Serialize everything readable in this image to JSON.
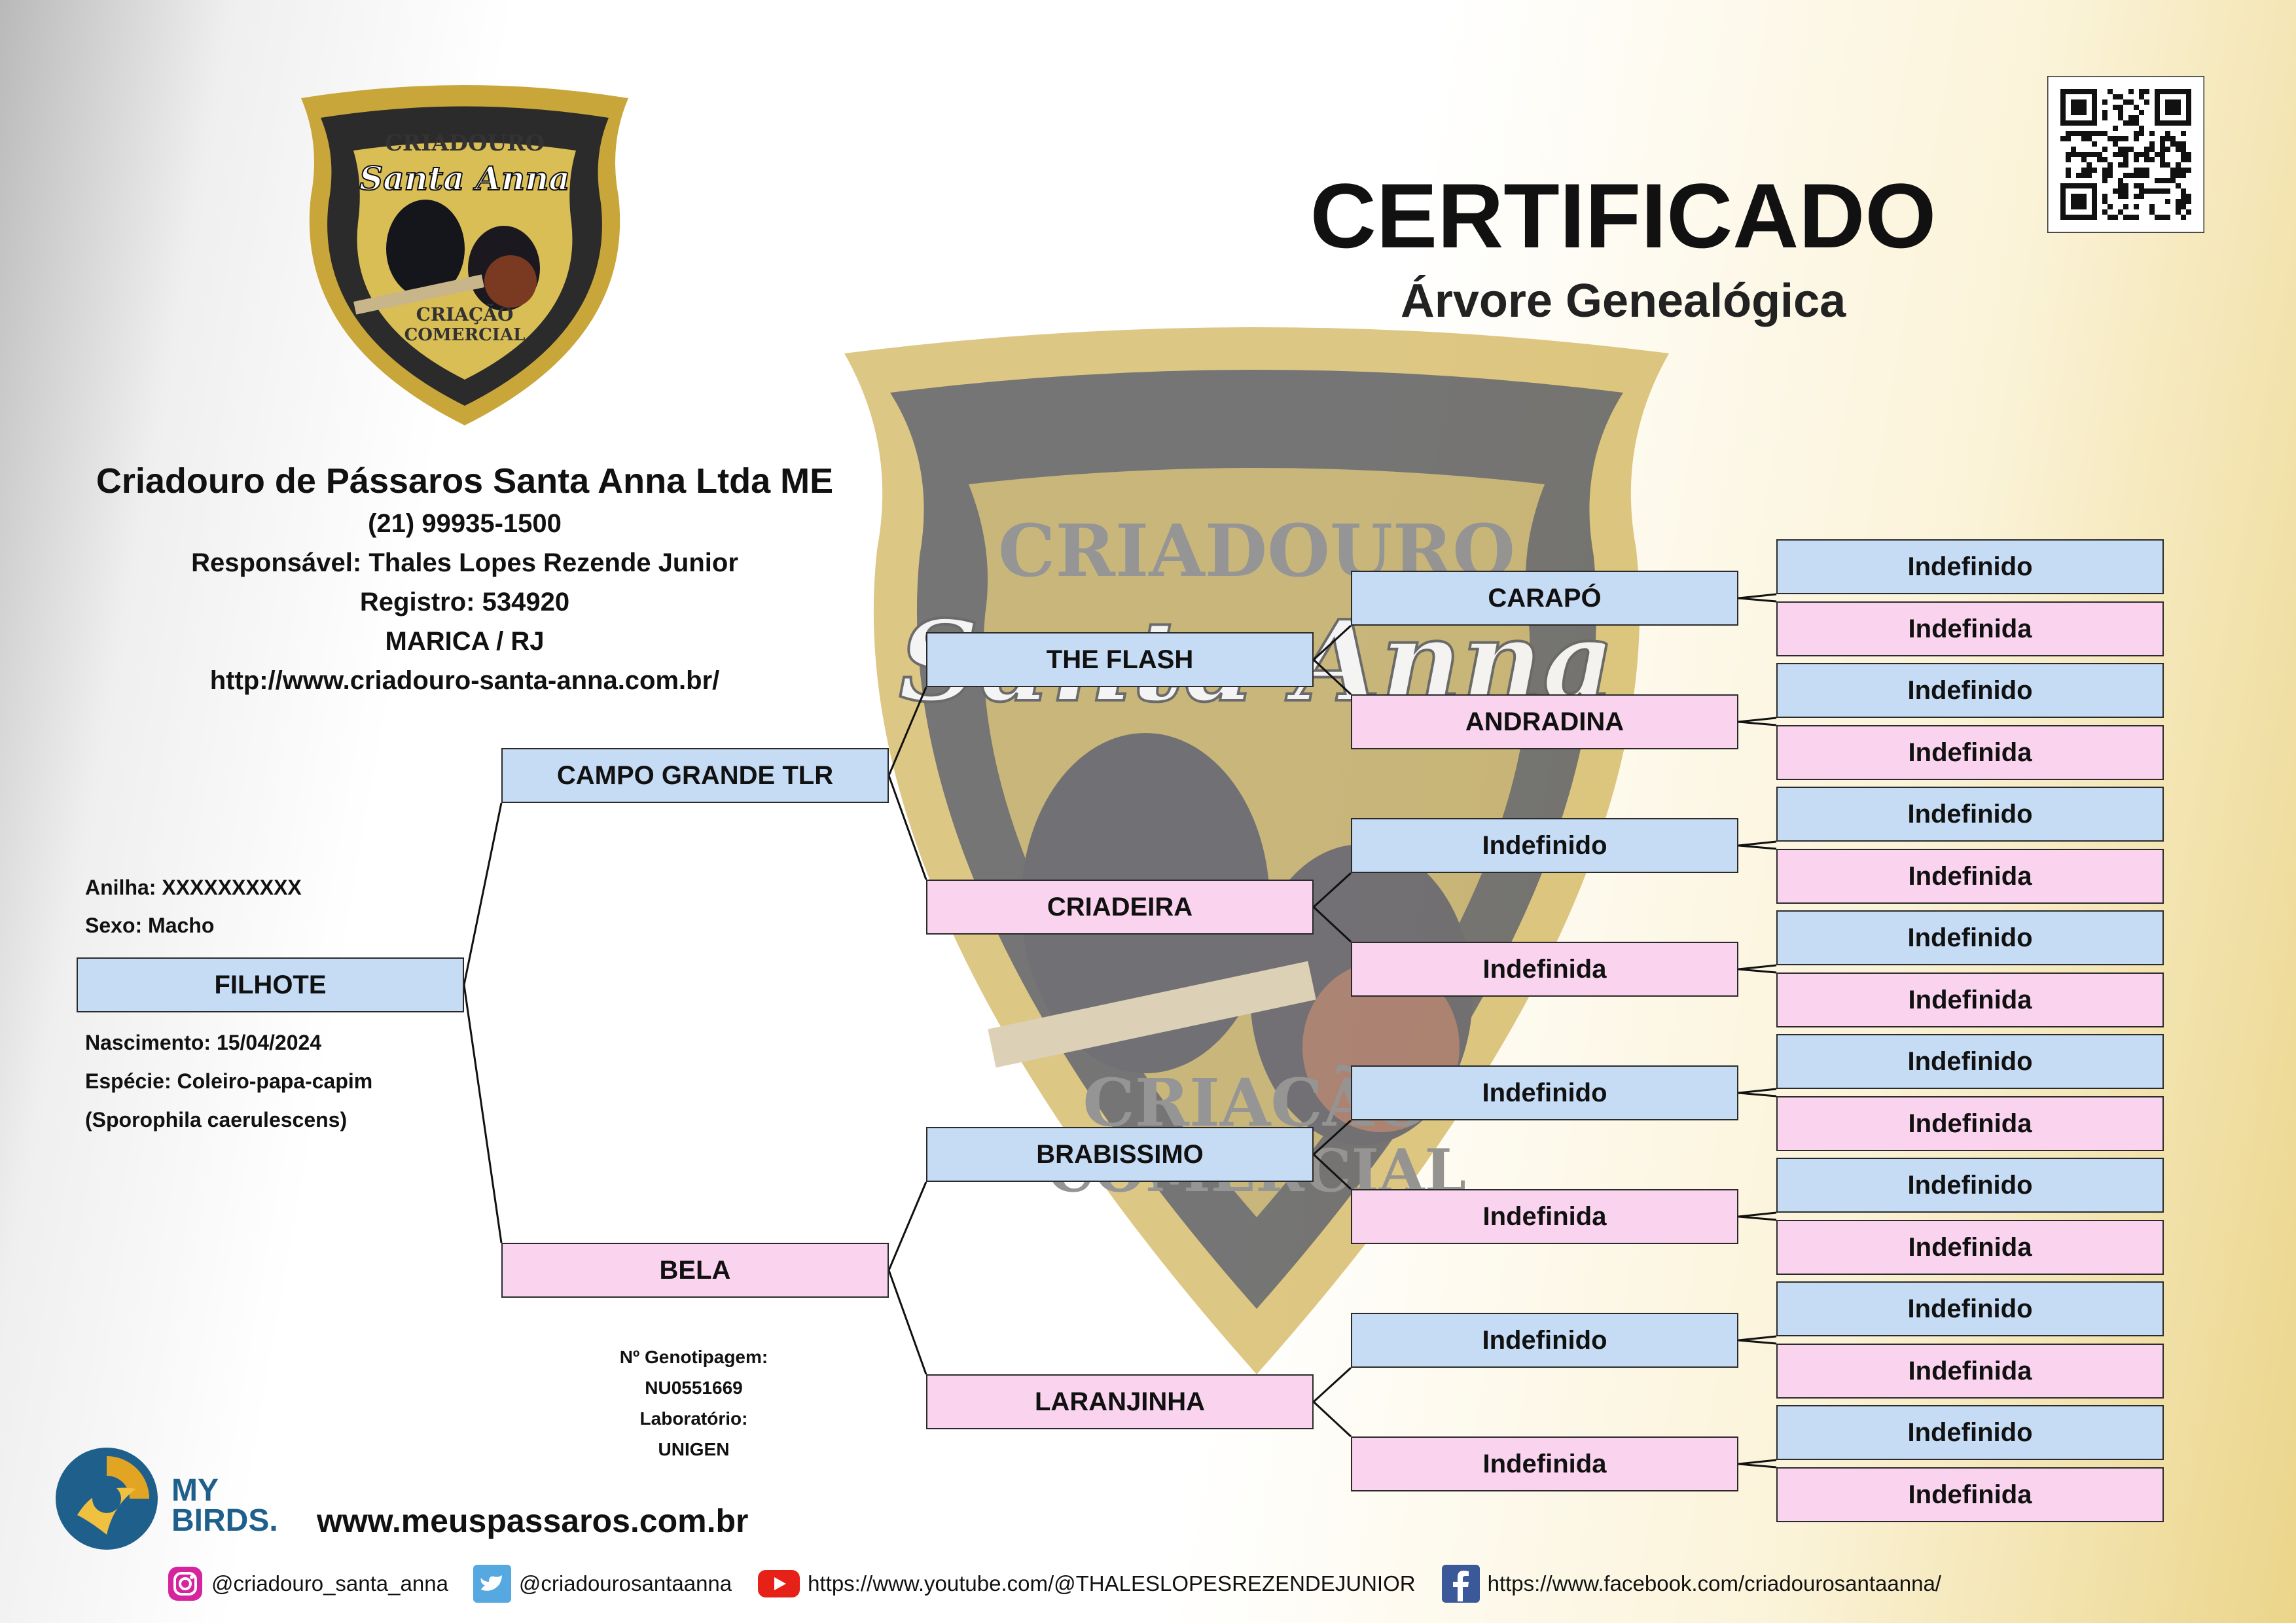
{
  "header": {
    "title": "CERTIFICADO",
    "subtitle": "Árvore Genealógica"
  },
  "logo": {
    "line1": "CRIADOURO",
    "line2": "Santa Anna",
    "line3": "CRIAÇÃO",
    "line4": "COMERCIAL"
  },
  "breeder": {
    "name": "Criadouro de Pássaros Santa Anna Ltda ME",
    "phone": "(21) 99935-1500",
    "responsible": "Responsável: Thales Lopes Rezende Junior",
    "registry": "Registro: 534920",
    "city": "MARICA / RJ",
    "website": "http://www.criadouro-santa-anna.com.br/"
  },
  "bird": {
    "ring": "Anilha: XXXXXXXXXX",
    "sex": "Sexo: Macho",
    "name": "FILHOTE",
    "birth": "Nascimento: 15/04/2024",
    "species": "Espécie: Coleiro-papa-capim",
    "scientific": "(Sporophila caerulescens)"
  },
  "genotype": {
    "label": "Nº Genotipagem:",
    "number": "NU0551669",
    "lab_label": "Laboratório:",
    "lab": "UNIGEN"
  },
  "tree": {
    "gen1": [
      "CAMPO GRANDE TLR",
      "BELA"
    ],
    "gen2": [
      "THE FLASH",
      "CRIADEIRA",
      "BRABISSIMO",
      "LARANJINHA"
    ],
    "gen3": [
      "CARAPÓ",
      "ANDRADINA",
      "Indefinido",
      "Indefinida",
      "Indefinido",
      "Indefinida",
      "Indefinido",
      "Indefinida"
    ],
    "gen4": [
      "Indefinido",
      "Indefinida",
      "Indefinido",
      "Indefinida",
      "Indefinido",
      "Indefinida",
      "Indefinido",
      "Indefinida",
      "Indefinido",
      "Indefinida",
      "Indefinido",
      "Indefinida",
      "Indefinido",
      "Indefinida",
      "Indefinido",
      "Indefinida"
    ]
  },
  "footer": {
    "brand_line1": "MY",
    "brand_line2": "BIRDS.",
    "site": "www.meuspassaros.com.br",
    "instagram": "@criadouro_santa_anna",
    "twitter": "@criadourosantaanna",
    "youtube": "https://www.youtube.com/@THALESLOPESREZENDEJUNIOR",
    "facebook": "https://www.facebook.com/criadourosantaanna/"
  },
  "colors": {
    "male": "#c6dcf5",
    "female": "#fad3ef",
    "gold": "#d4b44a",
    "dark": "#3a3a3a"
  },
  "icons": [
    "qr-code-icon",
    "instagram-icon",
    "twitter-icon",
    "youtube-icon",
    "facebook-icon",
    "mybirds-logo-icon"
  ]
}
